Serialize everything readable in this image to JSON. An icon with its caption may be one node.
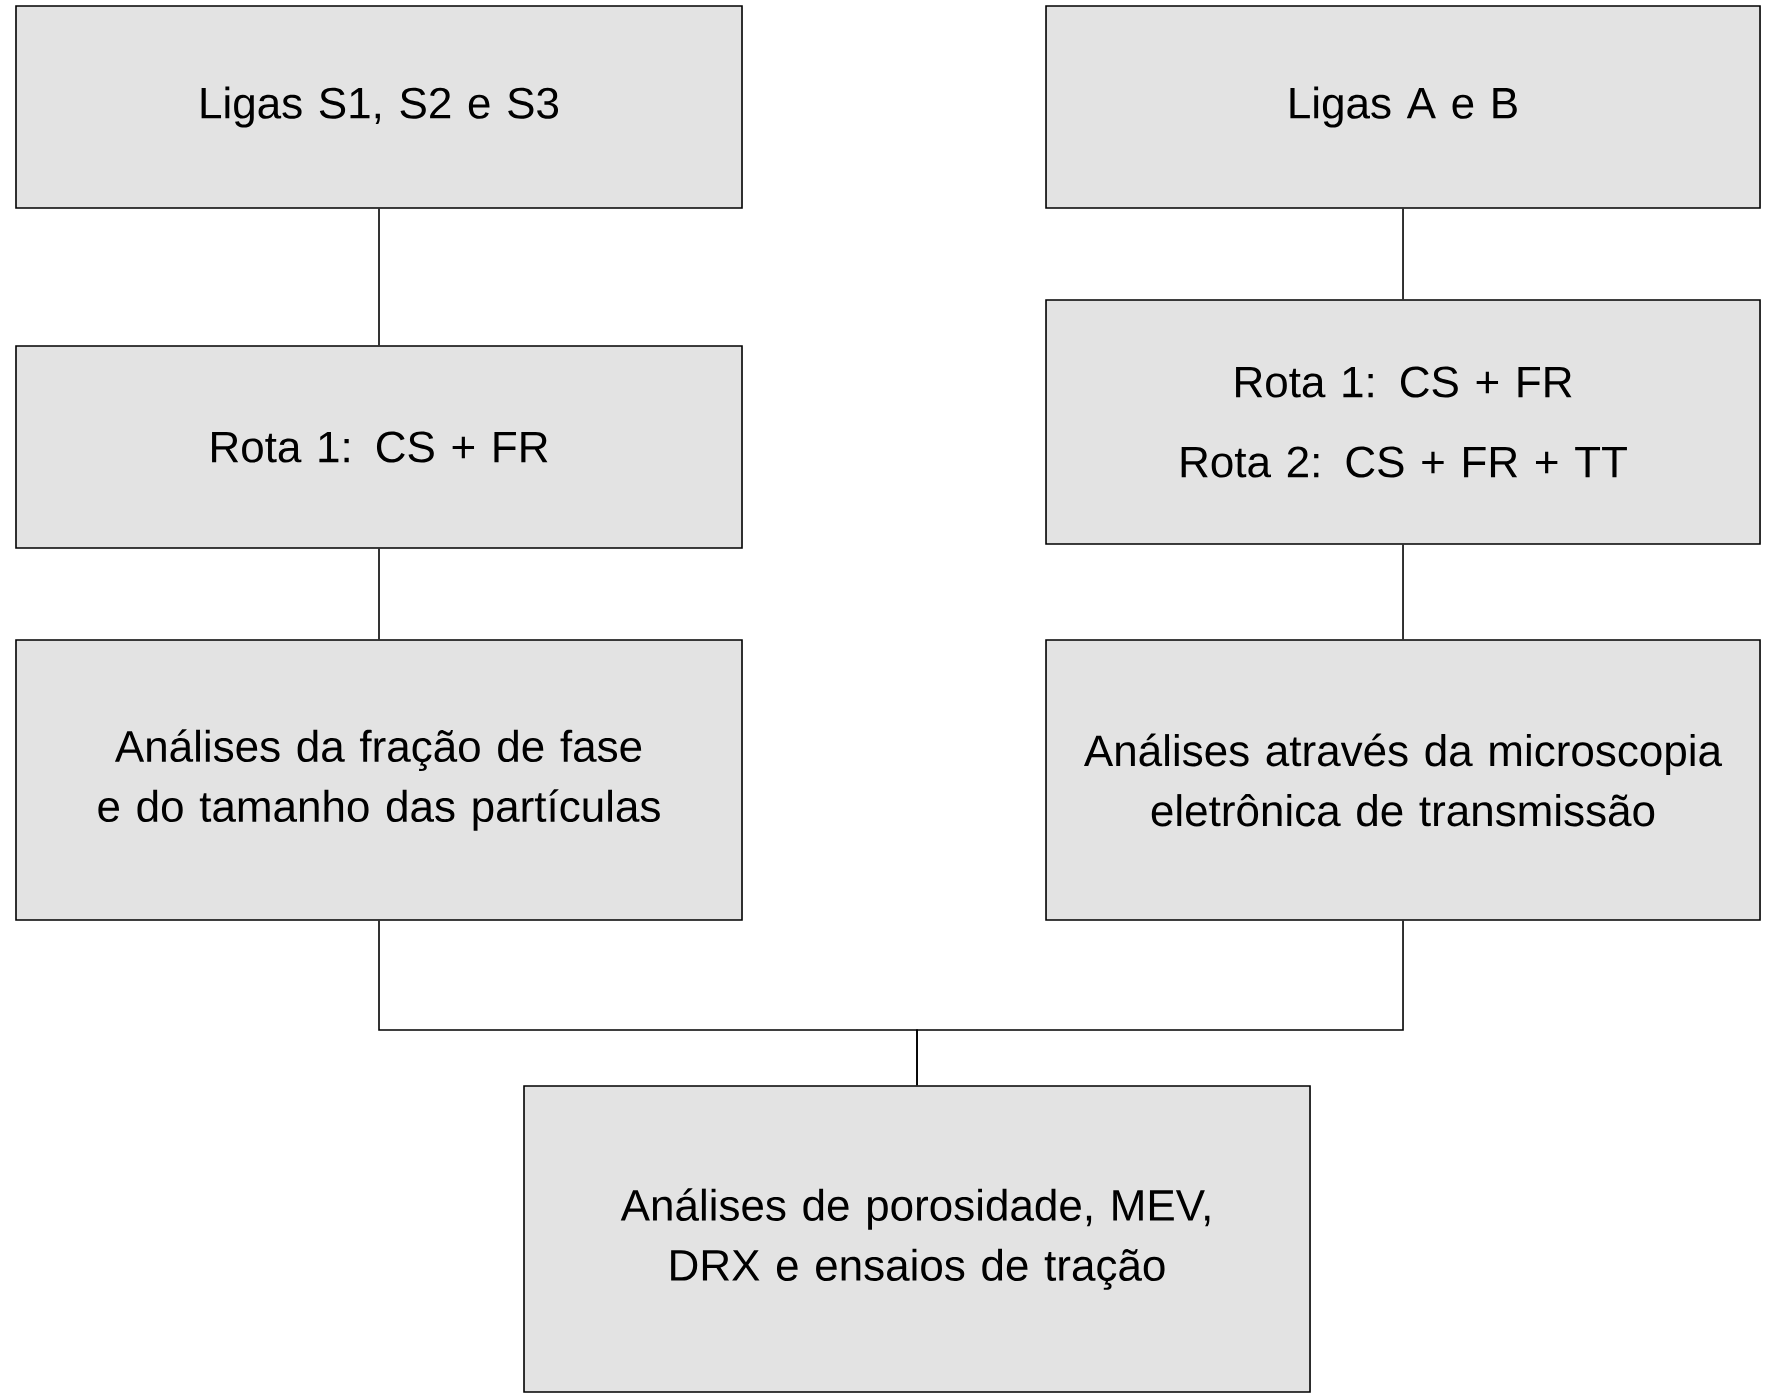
{
  "diagram": {
    "nodes": [
      {
        "text": [
          "Ligas S1, S2 e S3"
        ]
      },
      {
        "text": [
          "Ligas A e B"
        ]
      },
      {
        "text": [
          "Rota 1: CS + FR"
        ]
      },
      {
        "text": [
          "Rota 1: CS + FR",
          "Rota 2: CS + FR + TT"
        ]
      },
      {
        "text": [
          "Análises da fração de fase e do tamanho das partículas"
        ]
      },
      {
        "text": [
          "Análises através da microscopia eletrônica de transmissão"
        ]
      },
      {
        "text": [
          "Análises de porosidade, MEV, DRX e ensaios de tração"
        ]
      }
    ],
    "edges": [
      {
        "from": 0,
        "to": 2,
        "arrow": "none"
      },
      {
        "from": 2,
        "to": 4,
        "arrow": "none"
      },
      {
        "from": 1,
        "to": 3,
        "arrow": "none"
      },
      {
        "from": 3,
        "to": 5,
        "arrow": "none"
      },
      {
        "from": 4,
        "to": 6,
        "arrow": "none"
      },
      {
        "from": 5,
        "to": 6,
        "arrow": "none"
      }
    ]
  }
}
